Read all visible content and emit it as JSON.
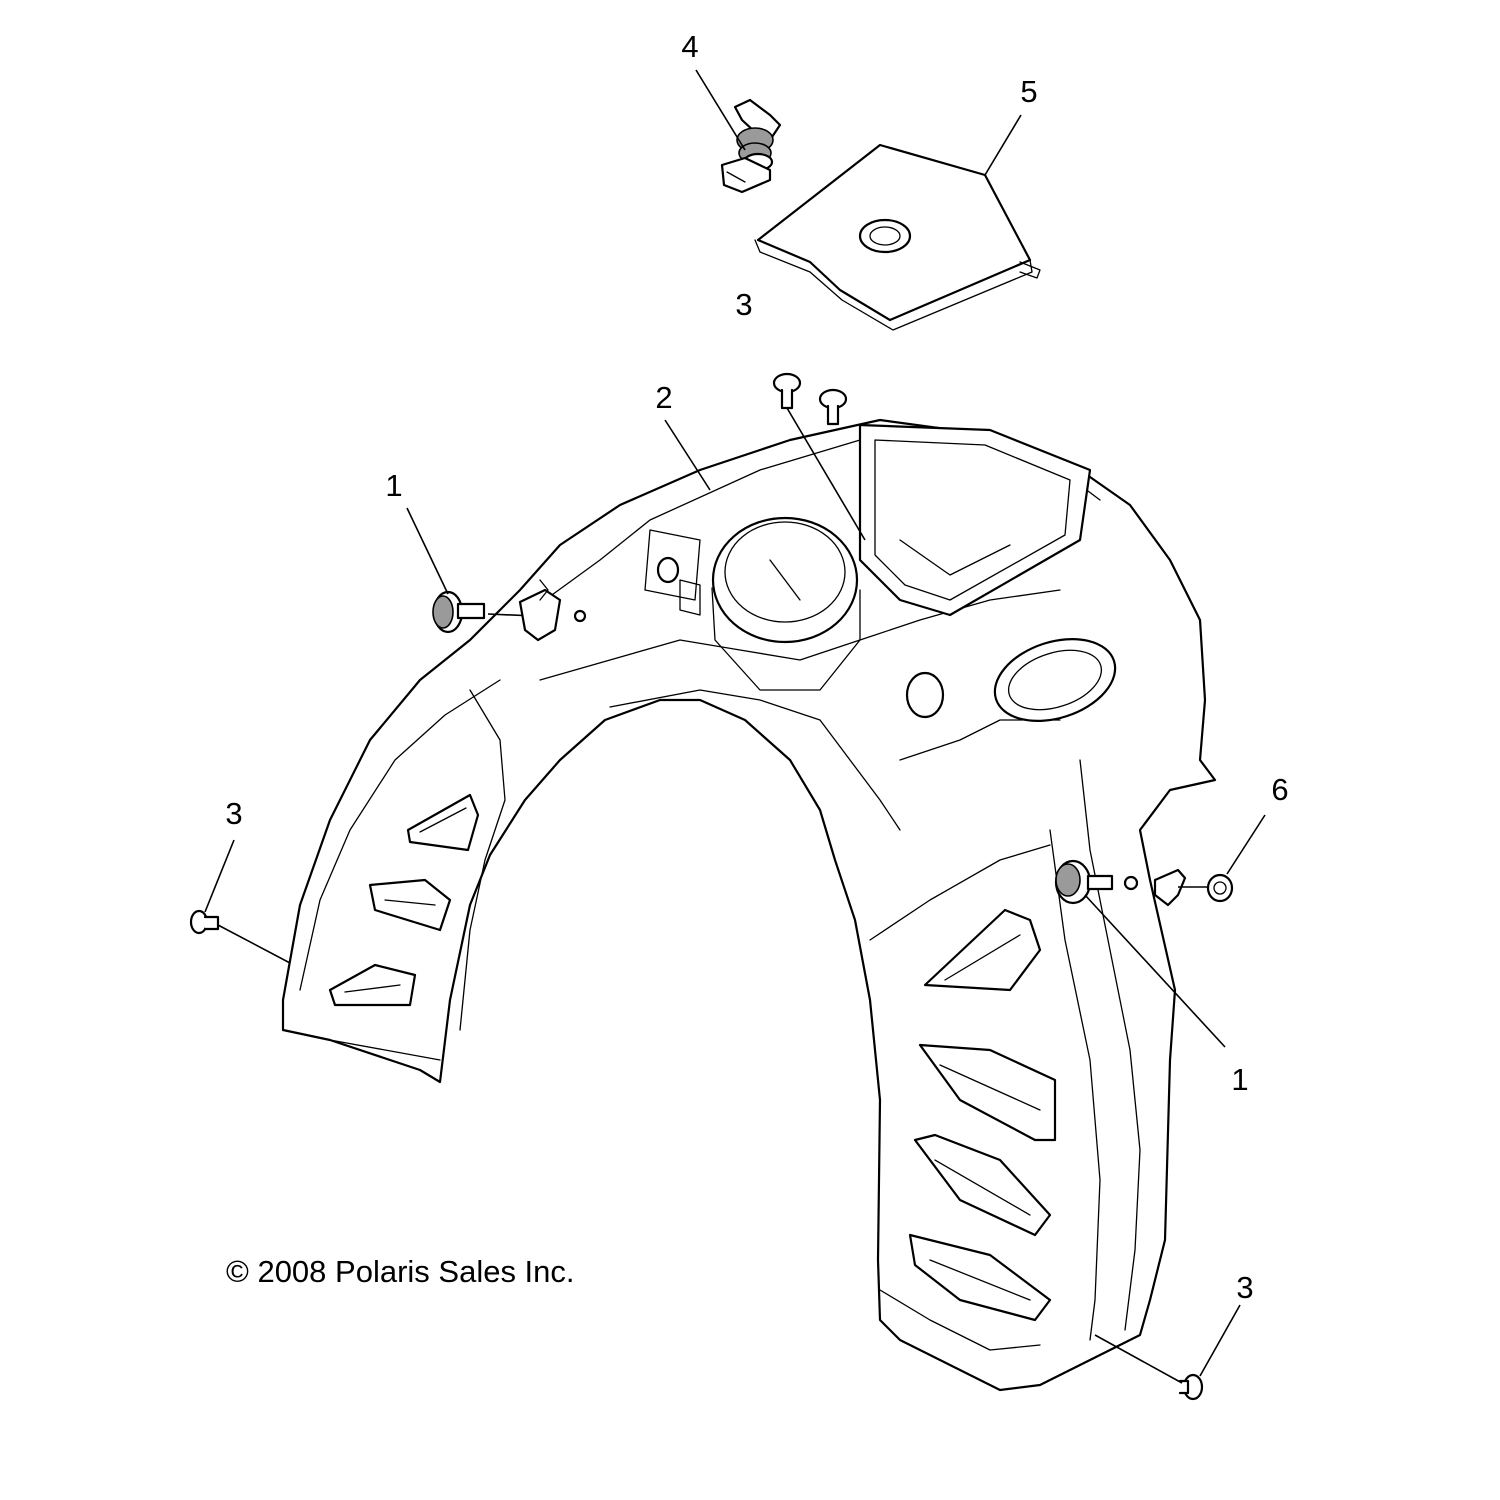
{
  "copyright": "© 2008 Polaris Sales Inc.",
  "callouts": [
    {
      "id": "callout-4",
      "label": "4"
    },
    {
      "id": "callout-5",
      "label": "5"
    },
    {
      "id": "callout-3-top",
      "label": "3"
    },
    {
      "id": "callout-2",
      "label": "2"
    },
    {
      "id": "callout-1-left",
      "label": "1"
    },
    {
      "id": "callout-3-left",
      "label": "3"
    },
    {
      "id": "callout-6",
      "label": "6"
    },
    {
      "id": "callout-1-right",
      "label": "1"
    },
    {
      "id": "callout-3-bottom",
      "label": "3"
    }
  ],
  "colors": {
    "line": "#000000",
    "background": "#ffffff"
  }
}
